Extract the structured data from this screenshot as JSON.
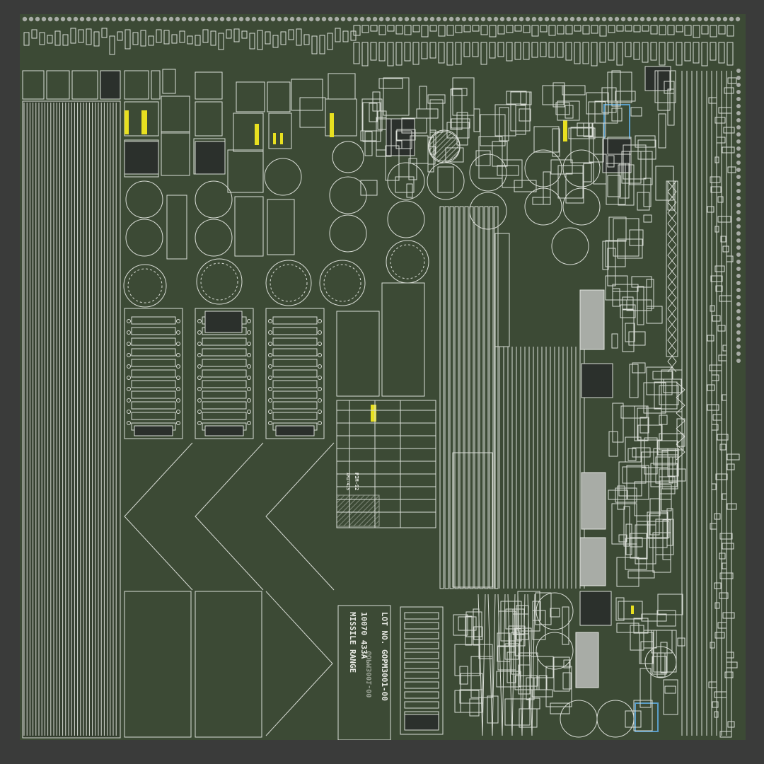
{
  "texture": {
    "base_color": "#3c4a35",
    "line_color": "#d9ddd6",
    "dark_panel_color": "#2b302c",
    "grey_panel_color": "#a8aca6",
    "accent_yellow": "#e8e020",
    "accent_blue": "#5a9ec8",
    "border_color": "#3a3b3a"
  },
  "markings": {
    "stencil_lot": "LOT NO. GOPM3001-00",
    "stencil_lot_mirror": "GOPM3001-00",
    "stencil_part": "10070 433A",
    "stencil_range": "MISSILE RANGE",
    "small_code_1": "PIM-92",
    "small_code_2": "XM1-415"
  },
  "icons": {
    "round_rivet": "round-rivet-icon",
    "truss": "truss-icon",
    "vent": "vent-grille-icon"
  }
}
